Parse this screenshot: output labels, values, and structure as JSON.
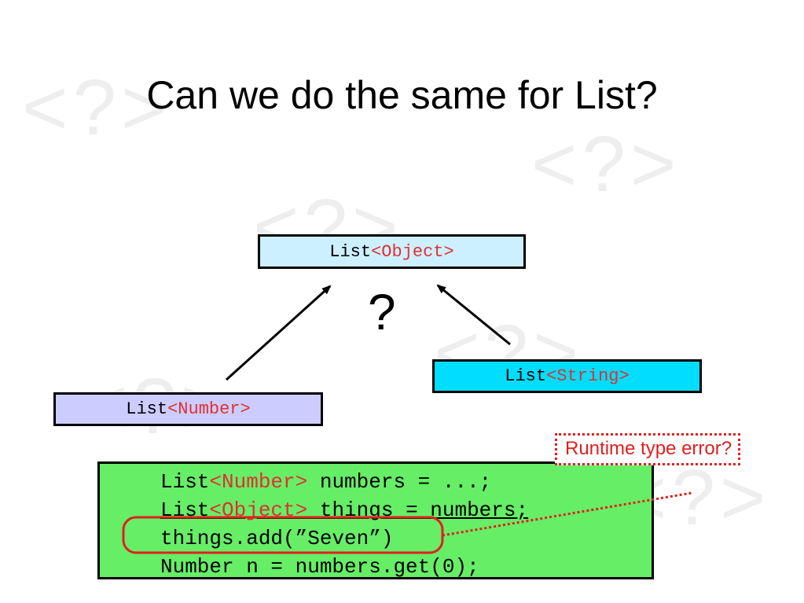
{
  "slide": {
    "title": "Can we do the same for List?",
    "watermark_glyph": "<?>",
    "question_mark": "?"
  },
  "boxes": {
    "object": {
      "prefix": "List",
      "generic": "<Object>",
      "fill": "#ccf0ff"
    },
    "string": {
      "prefix": "List",
      "generic": "<String>",
      "fill": "#00ddff"
    },
    "number": {
      "prefix": "List",
      "generic": "<Number>",
      "fill": "#ccccff"
    }
  },
  "code": {
    "line1": {
      "prefix": "List",
      "generic": "<Number>",
      "rest": " numbers = ...;"
    },
    "line2": {
      "prefix": "List",
      "generic": "<Object>",
      "rest": " things = numbers;"
    },
    "line3": "things.add(”Seven”)",
    "line4": "Number n = numbers.get(0);"
  },
  "callout": {
    "text": "Runtime type error?"
  },
  "colors": {
    "code_background": "#66ee66",
    "generic_text": "#e03030",
    "error": "#e02020"
  }
}
